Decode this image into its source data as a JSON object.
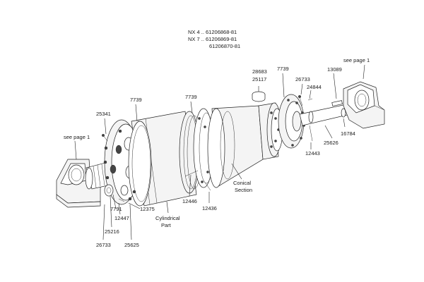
{
  "header": {
    "line1": "NX 4 .. 61206868-81",
    "line2": "NX 7 .. 61206869-81",
    "line3": "61206870-81"
  },
  "labels": {
    "p28683": "28683",
    "p25117": "25117",
    "p7739_top": "7739",
    "p26733_top": "26733",
    "p24844": "24844",
    "p13089": "13089",
    "see_page_right": "see page 1",
    "p7739_left": "7739",
    "p7739_mid": "7739",
    "p25341": "25341",
    "see_page_left": "see page 1",
    "p16784": "16784",
    "p25626": "25626",
    "p12443": "12443",
    "conical_1": "Conical",
    "conical_2": "Section",
    "p12446": "12446",
    "p12436": "12436",
    "cyl_1": "Cylindrical",
    "cyl_2": "Part",
    "p12375": "12375",
    "p7791": "7791",
    "p12447": "12447",
    "p25216": "25216",
    "p26733_bot": "26733",
    "p25625": "25625"
  }
}
